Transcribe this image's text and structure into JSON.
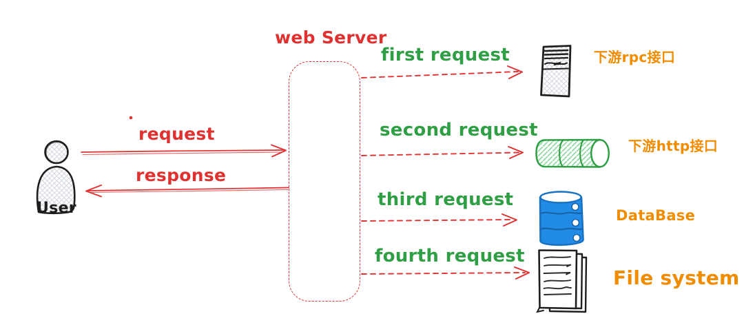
{
  "diagram": {
    "user": {
      "label": "User"
    },
    "web_server": {
      "label": "web Server"
    },
    "edges": {
      "request": "request",
      "response": "response",
      "first_request": "first request",
      "second_request": "second request",
      "third_request": "third request",
      "fourth_request": "fourth request"
    },
    "targets": [
      {
        "icon": "server-rack-icon",
        "label": "下游rpc接口"
      },
      {
        "icon": "pipe-cylinder-icon",
        "label": "下游http接口"
      },
      {
        "icon": "database-icon",
        "label": "DataBase"
      },
      {
        "icon": "file-stack-icon",
        "label": "File system"
      }
    ],
    "colors": {
      "red": "#e03131",
      "green": "#2f9e44",
      "orange": "#f08c00",
      "blue_fill": "#228be6",
      "blue_stroke": "#1971c2",
      "ink": "#1e1e1e"
    }
  }
}
